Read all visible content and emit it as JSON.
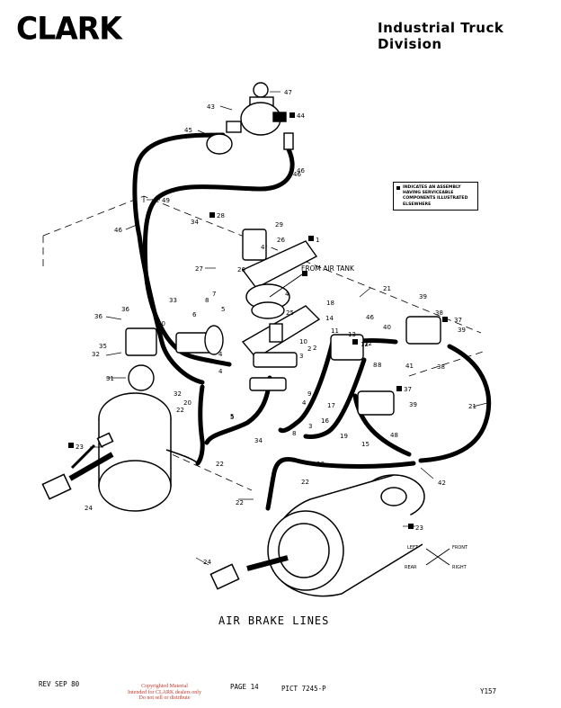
{
  "header": {
    "brand": "CLARK",
    "division_line1": "Industrial Truck",
    "division_line2": "Division"
  },
  "legend": {
    "lines": [
      "INDICATES AN ASSEMBLY",
      "HAVING SERVICEABLE",
      "COMPONENTS ILLUSTRATED",
      "ELSEWHERE"
    ]
  },
  "diagram": {
    "caption": "AIR BRAKE LINES",
    "from_air_tank": "FROM AIR TANK",
    "directions": {
      "left": "LEFT",
      "front": "FRONT",
      "rear": "REAR",
      "right": "RIGHT"
    },
    "callouts": [
      "47",
      "43",
      "44",
      "45",
      "46",
      "49",
      "28",
      "29",
      "34",
      "1",
      "46",
      "26",
      "4",
      "27",
      "26",
      "33",
      "7",
      "8",
      "5",
      "25",
      "6",
      "36",
      "30",
      "35",
      "32",
      "31",
      "37",
      "2",
      "18",
      "14",
      "9",
      "10",
      "3",
      "11",
      "13",
      "12",
      "21",
      "39",
      "38",
      "40",
      "41",
      "38",
      "39",
      "36",
      "42",
      "21",
      "17",
      "16",
      "15",
      "19",
      "48",
      "8",
      "37",
      "39",
      "20",
      "22",
      "22",
      "23",
      "24",
      "23",
      "24",
      "22",
      "20",
      "22",
      "32",
      "5",
      "4",
      "4",
      "8",
      "34",
      "3",
      "46",
      "46",
      "12",
      "8",
      "4",
      "4",
      "5",
      "2"
    ],
    "assembly_marked_callouts": [
      "44",
      "28",
      "1",
      "1",
      "12",
      "37",
      "37",
      "23",
      "23"
    ]
  },
  "footer": {
    "rev": "REV SEP 80",
    "page": "PAGE 14",
    "pict": "PICT 7245-P",
    "code": "Y157",
    "copyright": [
      "Copyrighted Material",
      "Intended for CLARK dealers only",
      "Do not sell or distribute"
    ]
  },
  "colors": {
    "ink": "#000000",
    "paper": "#ffffff",
    "copyright": "#c0392b"
  }
}
